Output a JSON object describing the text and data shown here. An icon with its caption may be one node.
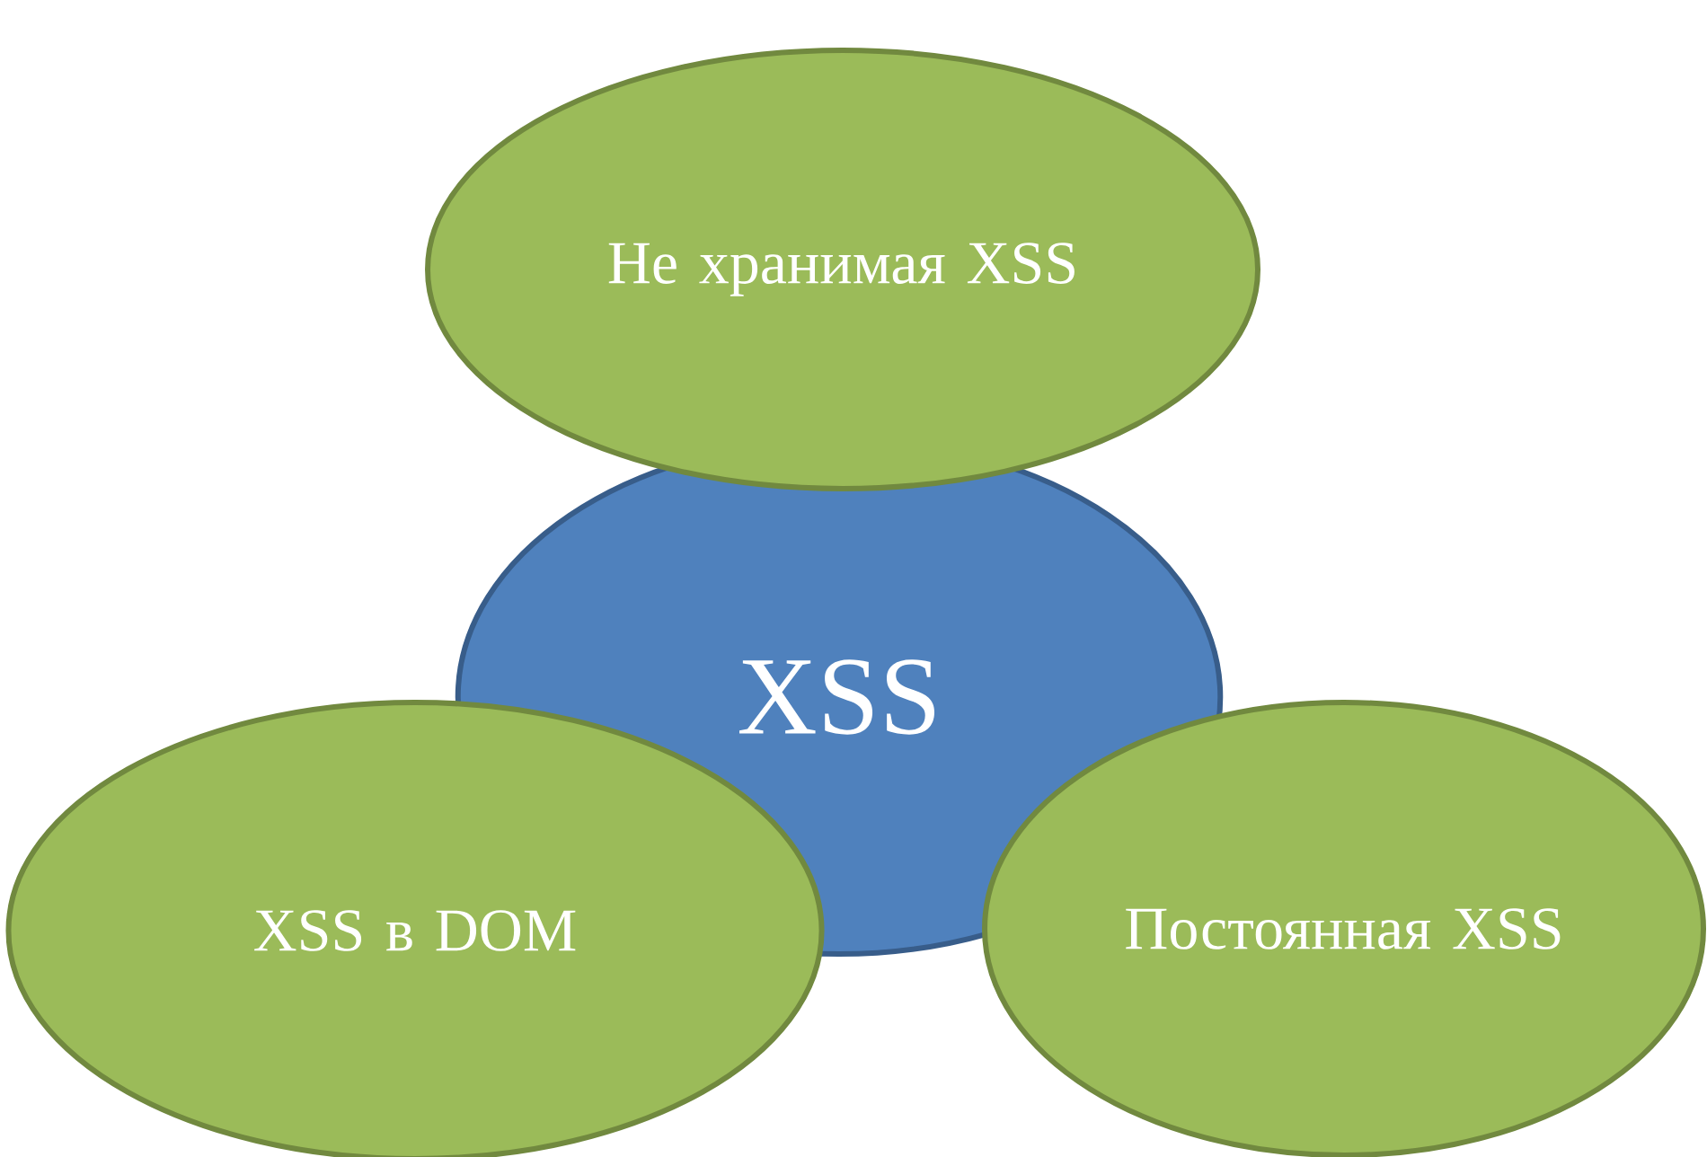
{
  "diagram": {
    "nodes": [
      {
        "text": [
          "XSS"
        ]
      },
      {
        "text": [
          "Не хранимая XSS"
        ]
      },
      {
        "text": [
          "XSS в DOM"
        ]
      },
      {
        "text": [
          "Постоянная XSS"
        ]
      }
    ]
  }
}
